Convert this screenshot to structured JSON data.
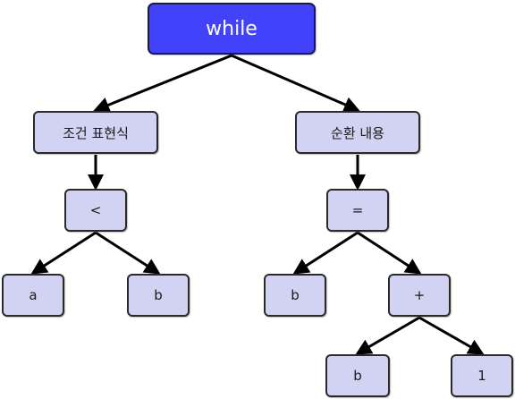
{
  "diagram": {
    "colors": {
      "root_fill": "#4242fa",
      "node_fill": "#d2d2f2",
      "border": "#2a2a2a",
      "edge": "#000000"
    },
    "nodes": {
      "while": "while",
      "condition": "조건 표현식",
      "body": "순환 내용",
      "less_than": "<",
      "assign": "=",
      "cond_a": "a",
      "cond_b": "b",
      "assign_b": "b",
      "plus": "+",
      "plus_b": "b",
      "plus_1": "1"
    },
    "edges": [
      [
        "while",
        "condition"
      ],
      [
        "while",
        "body"
      ],
      [
        "condition",
        "less_than"
      ],
      [
        "less_than",
        "cond_a"
      ],
      [
        "less_than",
        "cond_b"
      ],
      [
        "body",
        "assign"
      ],
      [
        "assign",
        "assign_b"
      ],
      [
        "assign",
        "plus"
      ],
      [
        "plus",
        "plus_b"
      ],
      [
        "plus",
        "plus_1"
      ]
    ]
  }
}
